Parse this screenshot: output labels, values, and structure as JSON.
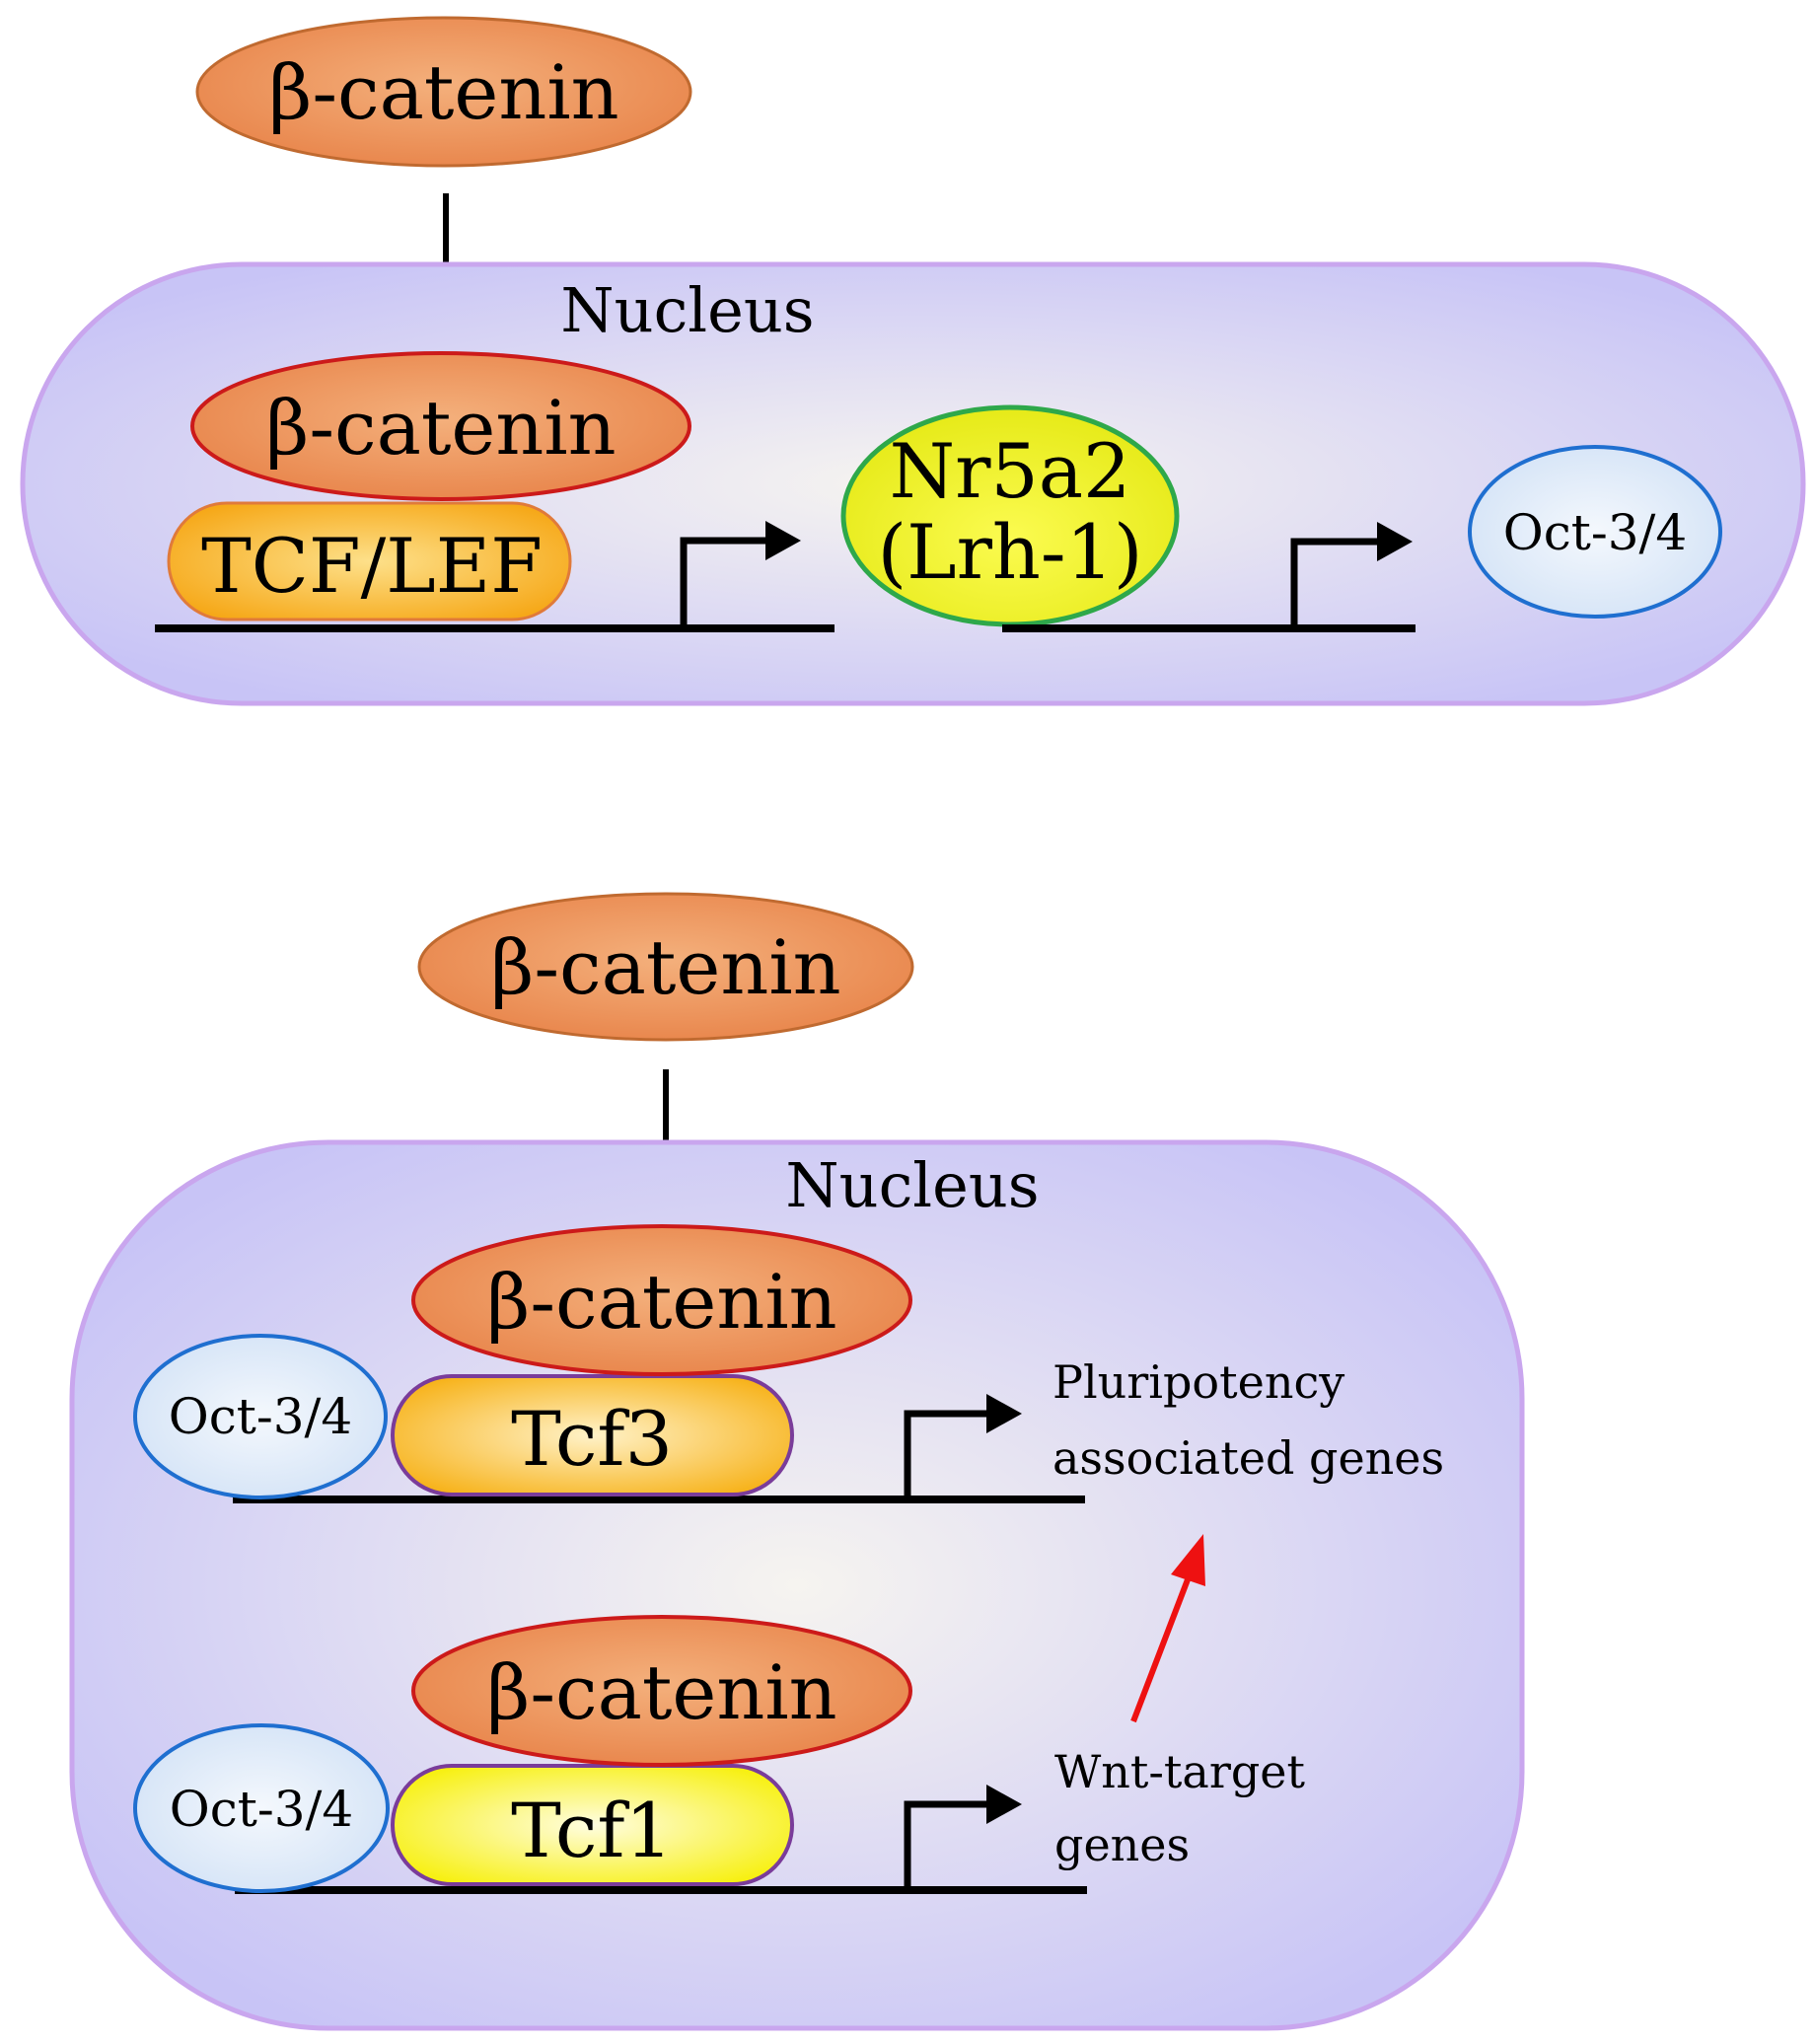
{
  "colors": {
    "nucleus_fill_edge": "#c8c4f6",
    "nucleus_fill_center": "#f6f4f0",
    "nucleus_stroke": "#c9a6ee",
    "beta_catenin_fill": "#e8844a",
    "beta_catenin_stroke_cytoplasm": "#c06a30",
    "beta_catenin_stroke_nucleus": "#cc1a1a",
    "tcf_lef_fill": "#f6a818",
    "tcf3_fill": "#f7b31c",
    "tcf1_fill": "#f7f010",
    "nr5a2_fill": "#e6ea18",
    "nr5a2_stroke": "#2ea84a",
    "oct_fill": "#d2e2f6",
    "oct_stroke": "#1f6fd0",
    "red_arrow": "#ee1111"
  },
  "top_panel": {
    "beta_catenin_cytoplasm": "β-catenin",
    "nucleus_label": "Nucleus",
    "beta_catenin_nucleus": "β-catenin",
    "tcf_lef": "TCF/LEF",
    "nr5a2_line1": "Nr5a2",
    "nr5a2_line2": "(Lrh-1)",
    "oct": "Oct-3/4"
  },
  "bottom_panel": {
    "beta_catenin_cytoplasm": "β-catenin",
    "nucleus_label": "Nucleus",
    "beta_catenin_upper": "β-catenin",
    "oct_upper": "Oct-3/4",
    "tcf3": "Tcf3",
    "pluripotency_line1": "Pluripotency",
    "pluripotency_line2": "associated genes",
    "beta_catenin_lower": "β-catenin",
    "oct_lower": "Oct-3/4",
    "tcf1": "Tcf1",
    "wnt_line1": "Wnt-target",
    "wnt_line2": "genes"
  }
}
